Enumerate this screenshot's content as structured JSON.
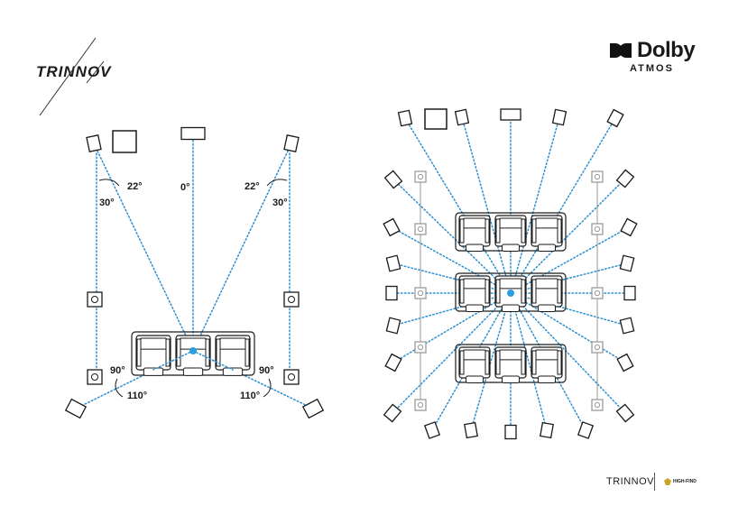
{
  "brand": {
    "trinnov_logo": "TRINNOV",
    "dolby_word": "Dolby",
    "dolby_sub": "ATMOS"
  },
  "footer": {
    "trinnov": "TRINNOV",
    "partner": "HIGH-FIND"
  },
  "left_angles": {
    "a22_left": "22°",
    "a30_left": "30°",
    "a0": "0°",
    "a22_right": "22°",
    "a30_right": "30°",
    "a90_left": "90°",
    "a110_left": "110°",
    "a90_right": "90°",
    "a110_right": "110°"
  },
  "colors": {
    "line": "#1a1a1a",
    "dotted": "#2a8fd1",
    "listener": "#2a9ee0",
    "gray": "#9a9a9a"
  },
  "icons": [
    "speaker-icon",
    "subwoofer-icon",
    "center-speaker-icon",
    "seat-icon",
    "listener-icon",
    "dolby-logo-icon"
  ]
}
